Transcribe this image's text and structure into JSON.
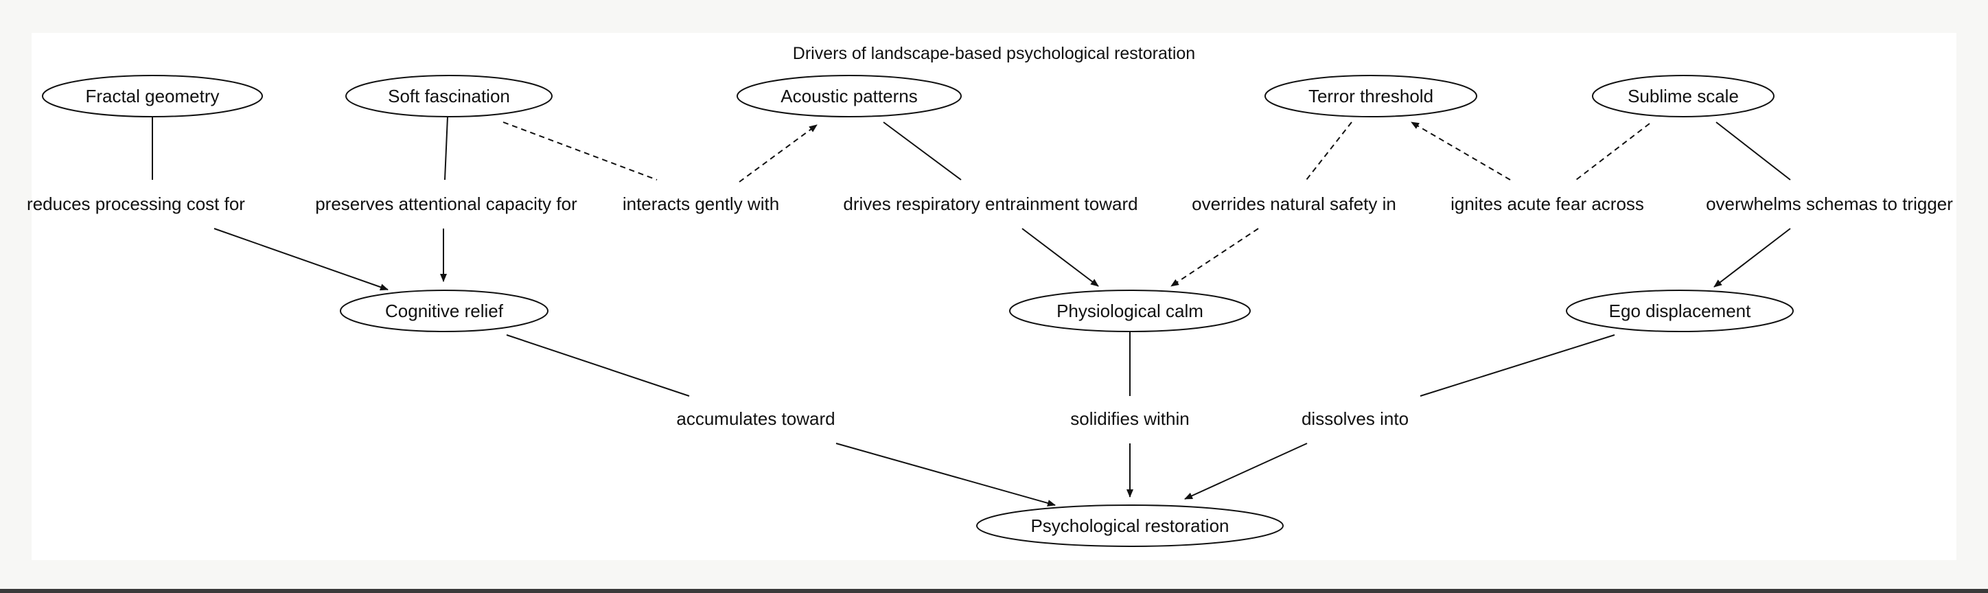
{
  "diagram": {
    "title": "Drivers of landscape-based psychological restoration",
    "nodes": {
      "fractal": {
        "label": "Fractal geometry"
      },
      "soft": {
        "label": "Soft fascination"
      },
      "acoustic": {
        "label": "Acoustic patterns"
      },
      "terror": {
        "label": "Terror threshold"
      },
      "sublime": {
        "label": "Sublime scale"
      },
      "cognitive": {
        "label": "Cognitive relief"
      },
      "physio": {
        "label": "Physiological calm"
      },
      "ego": {
        "label": "Ego displacement"
      },
      "restoration": {
        "label": "Psychological restoration"
      }
    },
    "edges": [
      {
        "from": "fractal",
        "to": "cognitive",
        "label": "reduces processing cost for",
        "style": "solid"
      },
      {
        "from": "soft",
        "to": "cognitive",
        "label": "preserves attentional capacity for",
        "style": "solid"
      },
      {
        "from": "soft",
        "to": "acoustic",
        "label": "interacts gently with",
        "style": "dashed"
      },
      {
        "from": "acoustic",
        "to": "physio",
        "label": "drives respiratory entrainment toward",
        "style": "solid"
      },
      {
        "from": "terror",
        "to": "physio",
        "label": "overrides natural safety in",
        "style": "dashed"
      },
      {
        "from": "sublime",
        "to": "terror",
        "label": "ignites acute fear across",
        "style": "dashed"
      },
      {
        "from": "sublime",
        "to": "ego",
        "label": "overwhelms schemas to trigger",
        "style": "solid"
      },
      {
        "from": "cognitive",
        "to": "restoration",
        "label": "accumulates toward",
        "style": "solid"
      },
      {
        "from": "physio",
        "to": "restoration",
        "label": "solidifies within",
        "style": "solid"
      },
      {
        "from": "ego",
        "to": "restoration",
        "label": "dissolves into",
        "style": "solid"
      }
    ]
  }
}
